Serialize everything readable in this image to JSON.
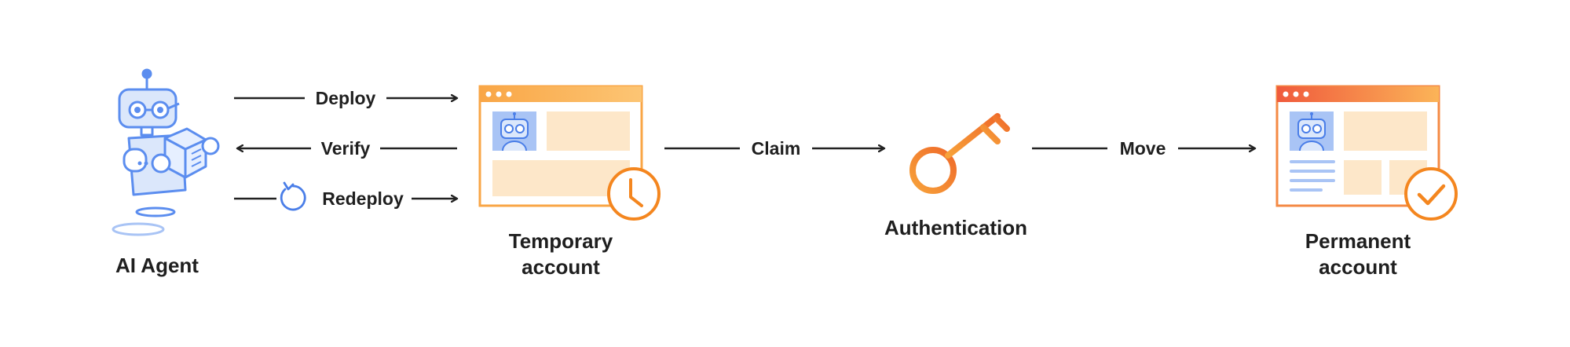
{
  "nodes": {
    "agent": {
      "label": "AI Agent"
    },
    "temporary": {
      "label_line1": "Temporary",
      "label_line2": "account"
    },
    "auth": {
      "label": "Authentication"
    },
    "permanent": {
      "label_line1": "Permanent",
      "label_line2": "account"
    }
  },
  "edges": {
    "deploy": {
      "label": "Deploy"
    },
    "verify": {
      "label": "Verify"
    },
    "redeploy": {
      "label": "Redeploy"
    },
    "claim": {
      "label": "Claim"
    },
    "move": {
      "label": "Move"
    }
  },
  "colors": {
    "agent_blue": "#5b8def",
    "agent_light": "#dbe7fb",
    "orange": "#f4861f",
    "orange_light": "#fde7c9",
    "ink": "#222222"
  }
}
